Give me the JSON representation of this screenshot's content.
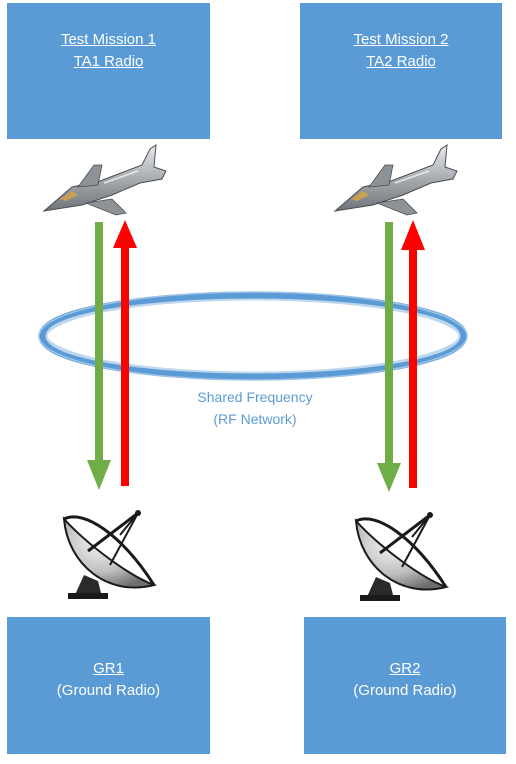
{
  "boxes": {
    "top_left": {
      "line1": "Test Mission 1",
      "line2": "TA1 Radio"
    },
    "top_right": {
      "line1": "Test Mission 2",
      "line2": "TA2 Radio"
    },
    "bottom_left": {
      "line1": "GR1",
      "line2": "(Ground Radio)"
    },
    "bottom_right": {
      "line1": "GR2",
      "line2": "(Ground Radio)"
    }
  },
  "network": {
    "label_line1": "Shared Frequency",
    "label_line2": "(RF Network)"
  },
  "icons": {
    "aircraft": "fighter-jet-icon",
    "ground": "satellite-dish-icon"
  },
  "colors": {
    "box": "#5b9bd5",
    "down_arrow": "#70ad47",
    "up_arrow": "#ff0000",
    "network_ring": "#5b9bd5"
  }
}
